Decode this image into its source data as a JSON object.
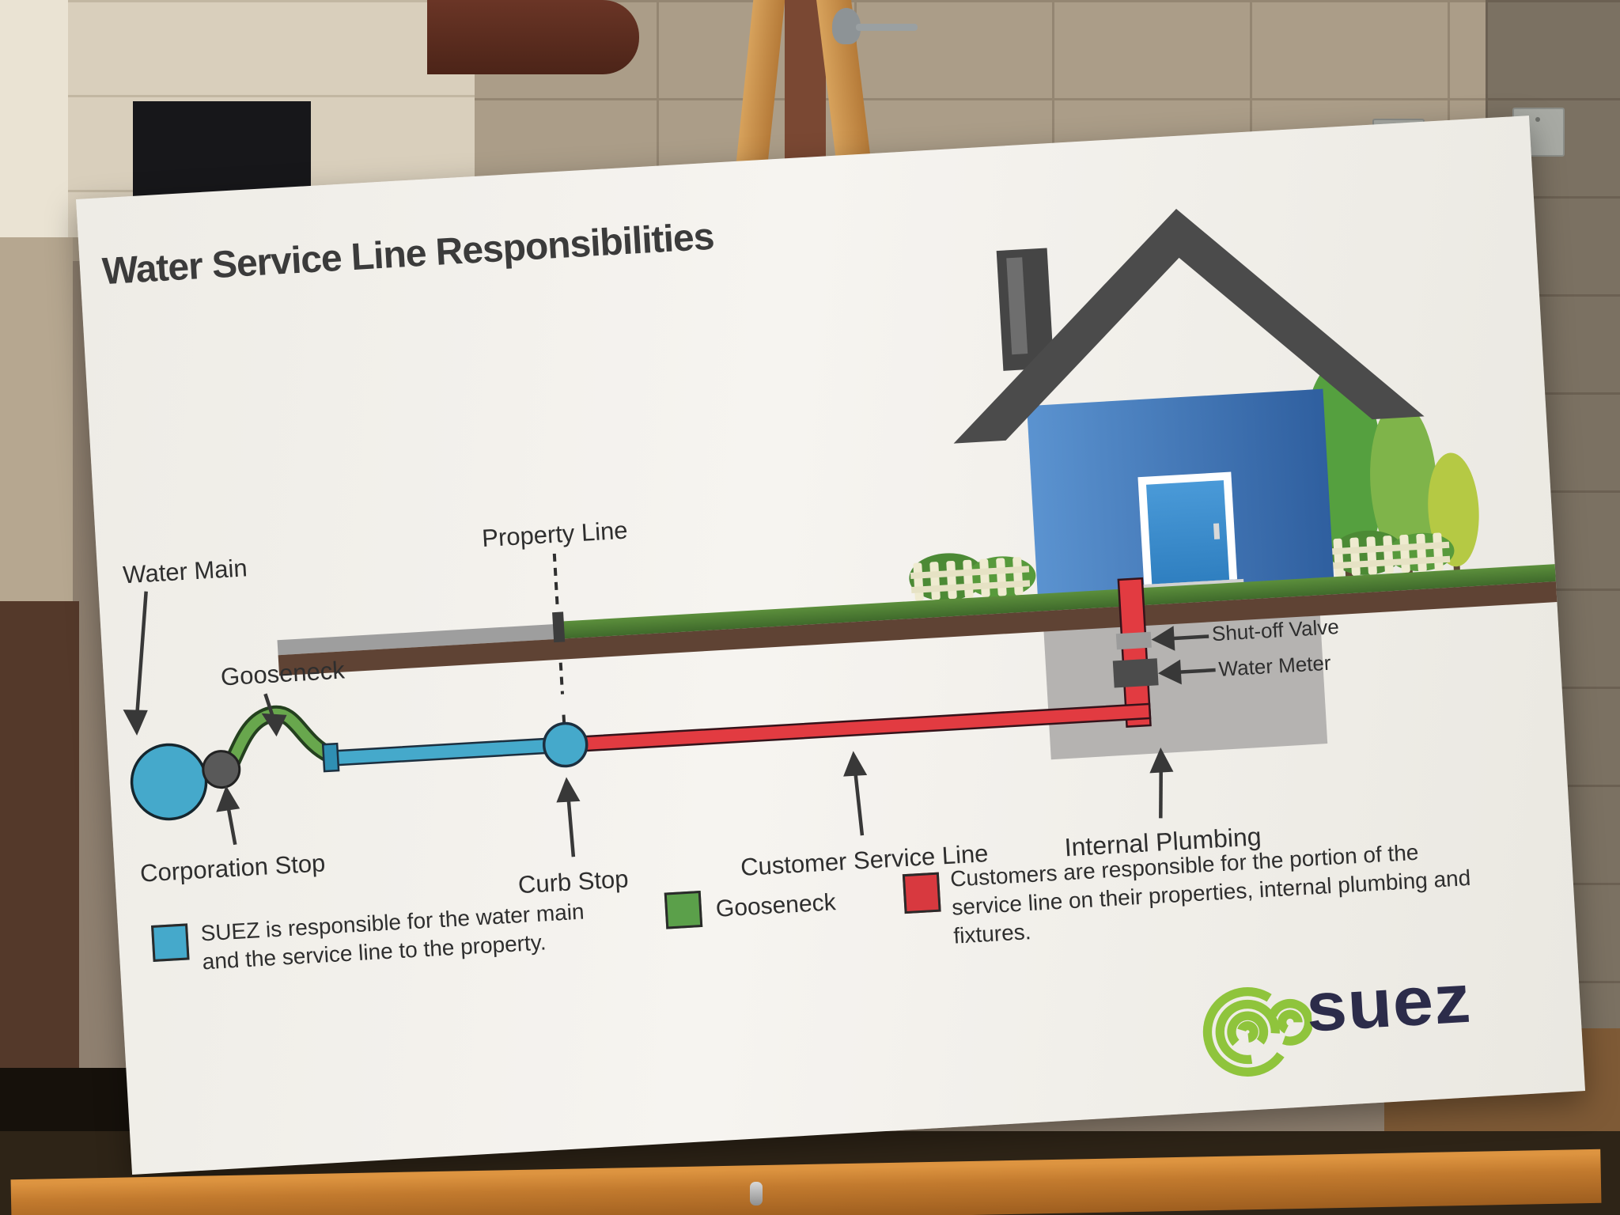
{
  "poster": {
    "title": "Water Service Line Responsibilities",
    "diagram_labels": {
      "water_main": "Water Main",
      "gooseneck": "Gooseneck",
      "property_line": "Property Line",
      "corporation_stop": "Corporation Stop",
      "curb_stop": "Curb Stop",
      "customer_service_line": "Customer Service Line",
      "internal_plumbing": "Internal Plumbing",
      "shut_off_valve": "Shut-off Valve",
      "water_meter": "Water Meter"
    },
    "legend": {
      "items": [
        {
          "swatch_color": "#45a9cb",
          "text": "SUEZ is responsible for the water main and the service line to the property."
        },
        {
          "swatch_color": "#5ba04a",
          "text": "Gooseneck"
        },
        {
          "swatch_color": "#d8393f",
          "text": "Customers are responsible for the portion of the service line on their properties, internal plumbing and fixtures."
        }
      ]
    },
    "logo": {
      "wordmark": "suez",
      "green": "#8fc43c",
      "navy": "#2c2c4a"
    },
    "colors": {
      "utility_blue": "#45a9cb",
      "gooseneck_green": "#5ba04a",
      "customer_red": "#d8393f",
      "grass_green": "#4f7d33",
      "soil_brown": "#5f4334",
      "road_gray": "#9e9e9e",
      "basement_gray": "#b5b3b1",
      "house_blue": "#3f7cbd",
      "roof_gray": "#4b4b4b"
    }
  }
}
